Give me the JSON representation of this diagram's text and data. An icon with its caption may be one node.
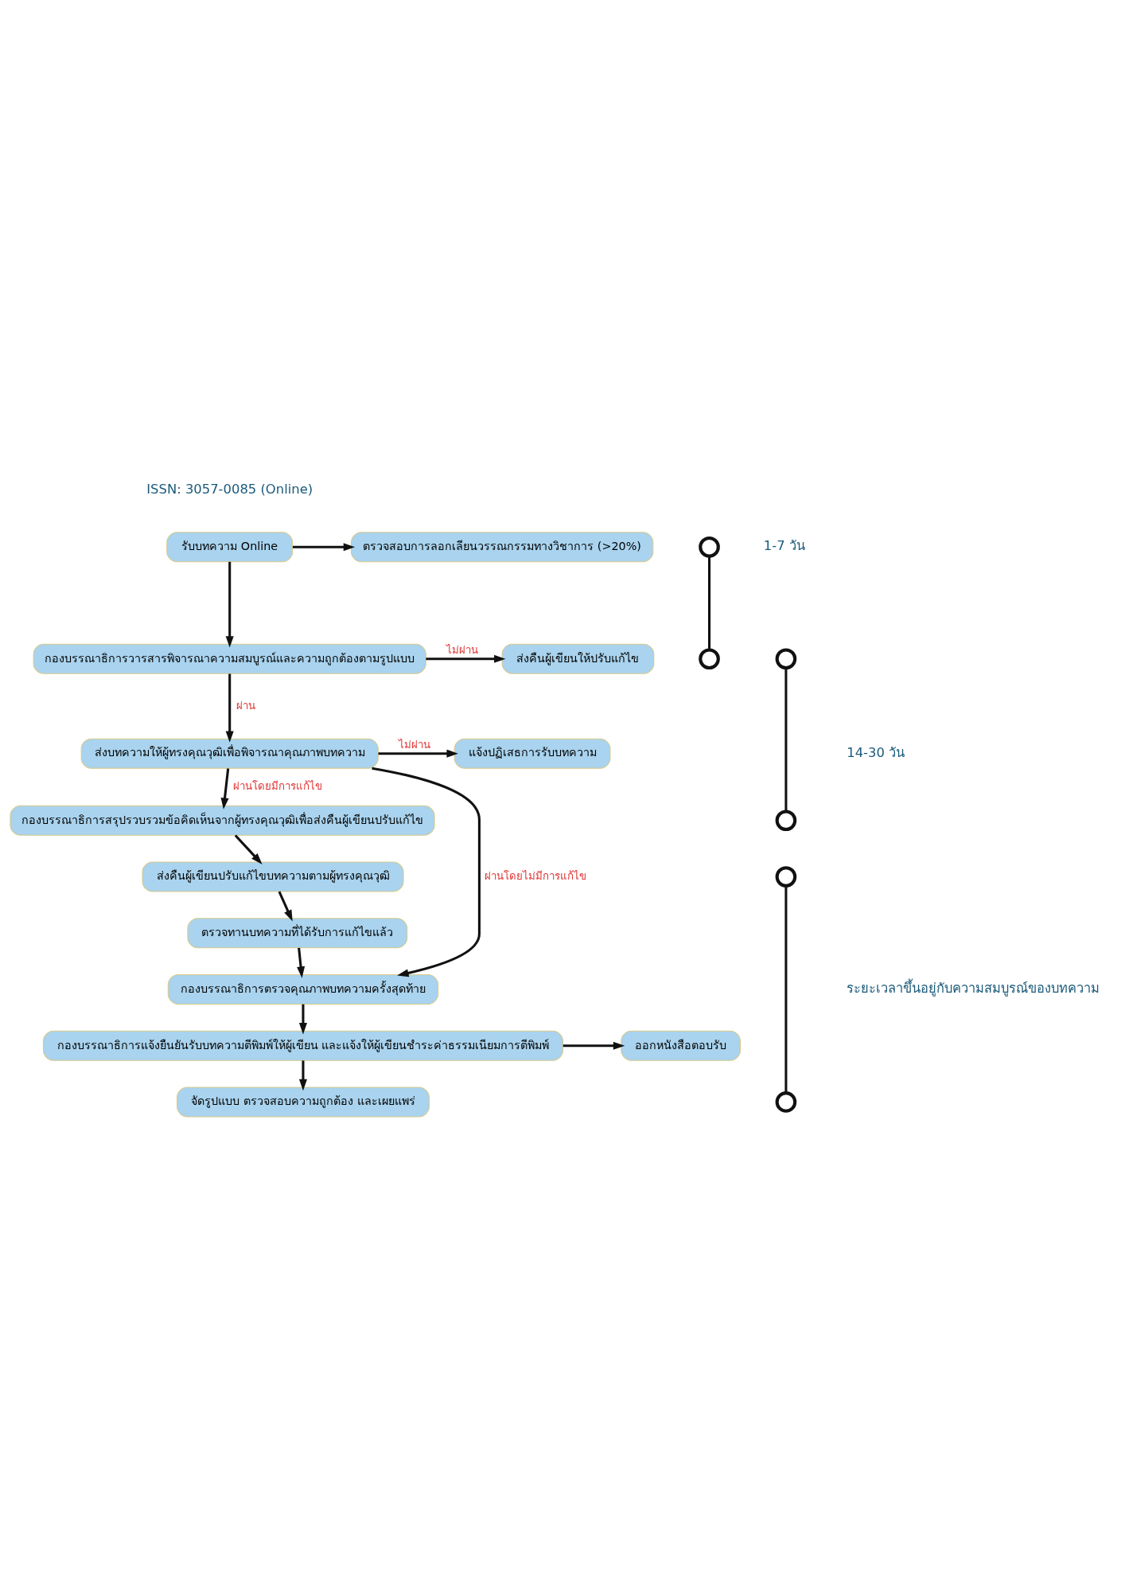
{
  "diagram": {
    "nodes": [
      {
        "text": [
          "รับบทความ Online"
        ]
      },
      {
        "text": [
          "ตรวจสอบการลอกเลียนวรรณกรรมทางวิชาการ (>20%)"
        ]
      },
      {
        "text": [
          "กองบรรณาธิการวารสารพิจารณาความสมบูรณ์และความถูกต้องตามรูปแบบ"
        ]
      },
      {
        "text": [
          "ส่งคืนผู้เขียนให้ปรับแก้ไข"
        ]
      },
      {
        "text": [
          "ส่งบทความให้ผู้ทรงคุณวุฒิเพื่อพิจารณาคุณภาพบทความ"
        ]
      },
      {
        "text": [
          "แจ้งปฏิเสธการรับบทความ"
        ]
      },
      {
        "text": [
          "กองบรรณาธิการสรุปรวบรวมข้อคิดเห็นจากผู้ทรงคุณวุฒิเพื่อส่งคืนผู้เขียนปรับแก้ไข"
        ]
      },
      {
        "text": [
          "ส่งคืนผู้เขียนปรับแก้ไขบทความตามผู้ทรงคุณวุฒิ"
        ]
      },
      {
        "text": [
          "ตรวจทานบทความที่ได้รับการแก้ไขแล้ว"
        ]
      },
      {
        "text": [
          "กองบรรณาธิการตรวจคุณภาพบทความครั้งสุดท้าย"
        ]
      },
      {
        "text": [
          "ออกหนังสือตอบรับ"
        ]
      },
      {
        "text": [
          "กองบรรณาธิการแจ้งยืนยันรับบทความตีพิมพ์ให้ผู้เขียน และแจ้งให้ผู้เขียนชำระค่าธรรมเนียมการตีพิมพ์"
        ]
      },
      {
        "text": [
          "จัดรูปแบบ ตรวจสอบความถูกต้อง และเผยแพร่"
        ]
      },
      {
        "text": [],
        "shape": "circle"
      },
      {
        "text": [],
        "shape": "circle"
      },
      {
        "text": [],
        "shape": "circle"
      },
      {
        "text": [],
        "shape": "circle"
      },
      {
        "text": [],
        "shape": "circle"
      },
      {
        "text": [],
        "shape": "circle"
      }
    ],
    "edges": [
      {
        "from": 0,
        "to": 2,
        "arrow": "to"
      },
      {
        "from": 0,
        "to": 1,
        "arrow": "to"
      },
      {
        "from": 2,
        "to": 3,
        "arrow": "to",
        "label": "ไม่ผ่าน"
      },
      {
        "from": 2,
        "to": 4,
        "arrow": "to",
        "label": "ผ่าน"
      },
      {
        "from": 4,
        "to": 5,
        "arrow": "to",
        "label": "ไม่ผ่าน"
      },
      {
        "from": 4,
        "to": 9,
        "arrow": "to",
        "label": "ผ่านโดยไม่มีการแก้ไข"
      },
      {
        "from": 4,
        "to": 6,
        "arrow": "to",
        "label": "ผ่านโดยมีการแก้ไข"
      },
      {
        "from": 6,
        "to": 7,
        "arrow": "to"
      },
      {
        "from": 7,
        "to": 8,
        "arrow": "to"
      },
      {
        "from": 8,
        "to": 9,
        "arrow": "to"
      },
      {
        "from": 9,
        "to": 11,
        "arrow": "to"
      },
      {
        "from": 11,
        "to": 10,
        "arrow": "to"
      },
      {
        "from": 11,
        "to": 12,
        "arrow": "to"
      },
      {
        "from": 13,
        "to": 14,
        "arrow": "none"
      },
      {
        "from": 15,
        "to": 16,
        "arrow": "none"
      },
      {
        "from": 17,
        "to": 18,
        "arrow": "none"
      }
    ],
    "labels": [
      "ISSN: 3057-0085 (Online)",
      "1-7 วัน",
      "14-30 วัน",
      "ระยะเวลาขึ้นอยู่กับความสมบูรณ์ของบทความ"
    ]
  }
}
